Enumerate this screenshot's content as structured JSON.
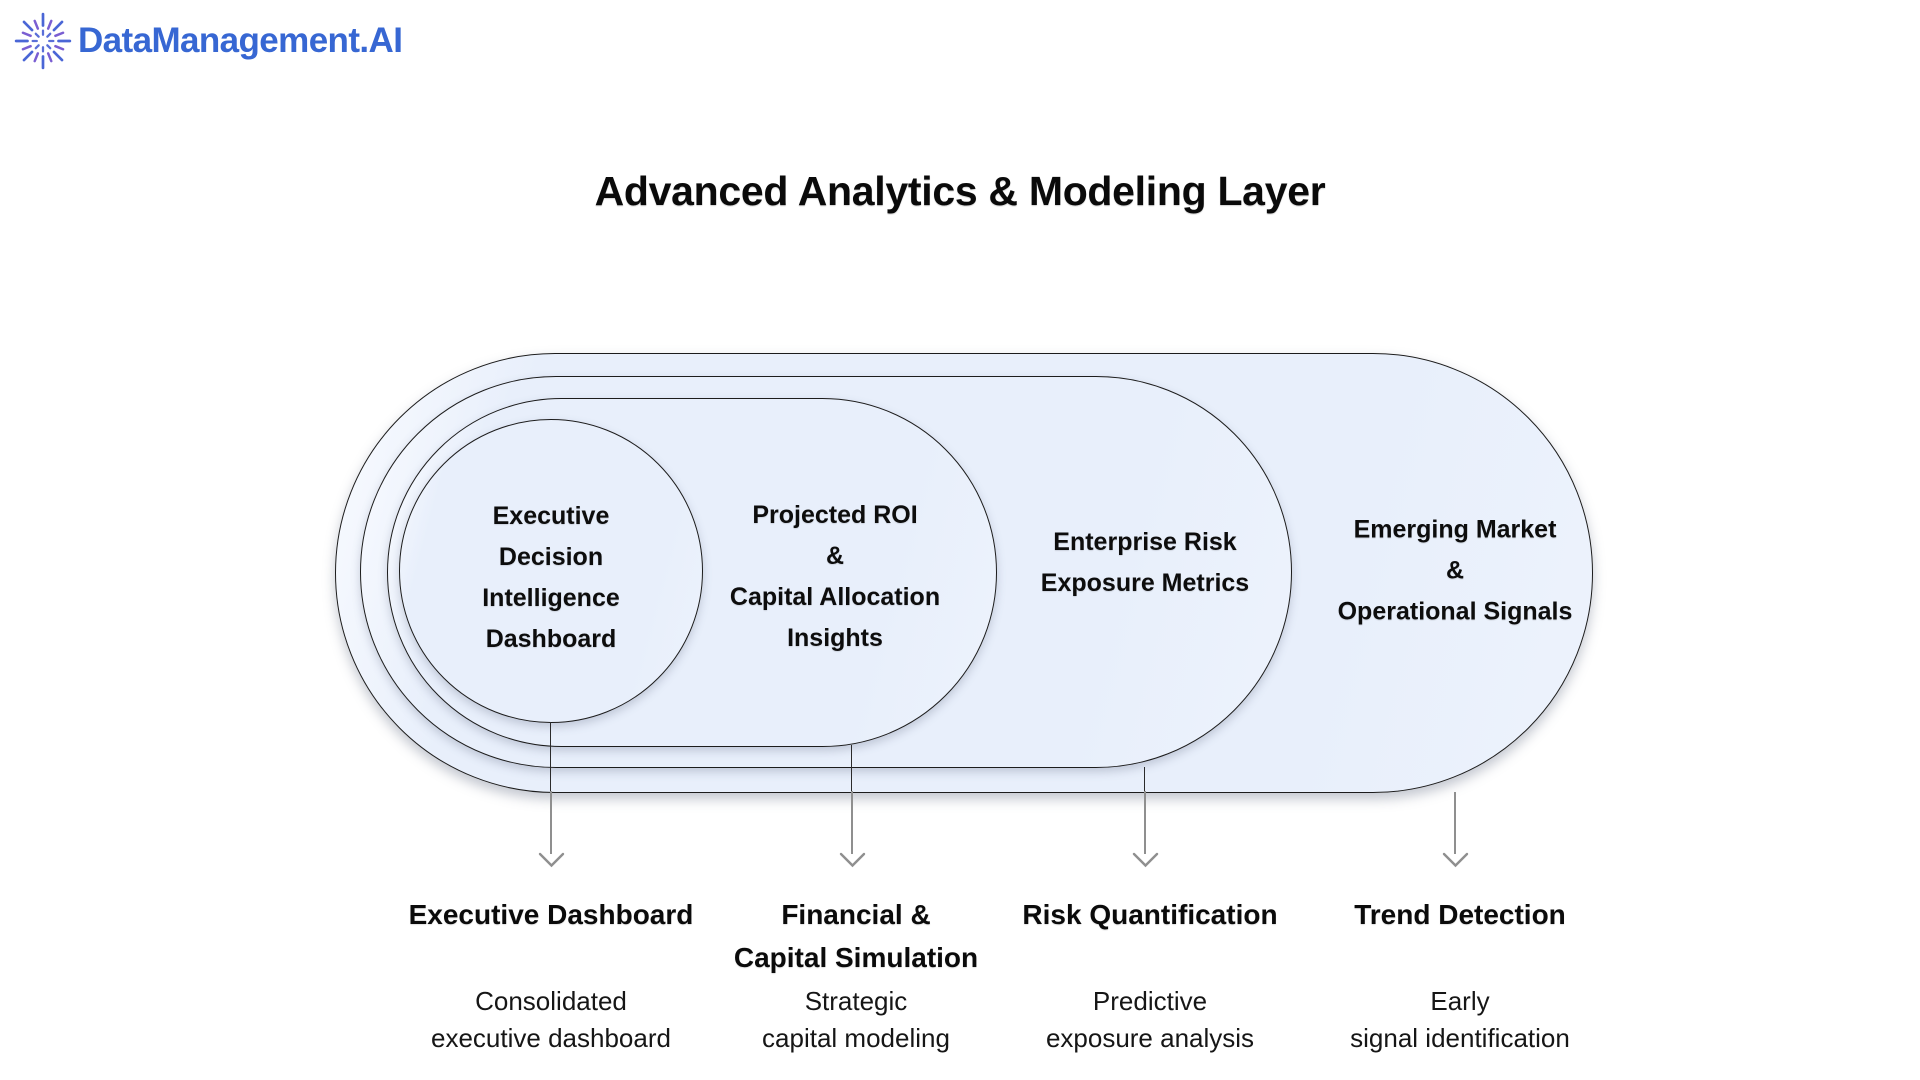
{
  "logo": {
    "text": "DataManagement.AI"
  },
  "title": "Advanced Analytics & Modeling Layer",
  "diagram": {
    "layers": [
      {
        "lines": [
          "Executive",
          "Decision",
          "Intelligence",
          "Dashboard"
        ]
      },
      {
        "lines": [
          "Projected ROI",
          "&",
          "Capital Allocation",
          "Insights"
        ]
      },
      {
        "lines": [
          "Enterprise Risk",
          "Exposure Metrics"
        ]
      },
      {
        "lines": [
          "Emerging Market",
          "&",
          "Operational Signals"
        ]
      }
    ]
  },
  "outputs": [
    {
      "title_lines": [
        "Executive Dashboard"
      ],
      "description_lines": [
        "Consolidated",
        "executive dashboard"
      ]
    },
    {
      "title_lines": [
        "Financial &",
        "Capital Simulation"
      ],
      "description_lines": [
        "Strategic",
        "capital modeling"
      ]
    },
    {
      "title_lines": [
        "Risk Quantification"
      ],
      "description_lines": [
        "Predictive",
        "exposure analysis"
      ]
    },
    {
      "title_lines": [
        "Trend Detection"
      ],
      "description_lines": [
        "Early",
        "signal identification"
      ]
    }
  ],
  "colors": {
    "logo_blue": "#3767d3",
    "logo_purple": "#7a5ed2",
    "capsule_fill": "#e8effb",
    "capsule_border": "#1c1c1c",
    "arrow_gray": "#8f8f8f",
    "text_black": "#0d0d0d"
  }
}
